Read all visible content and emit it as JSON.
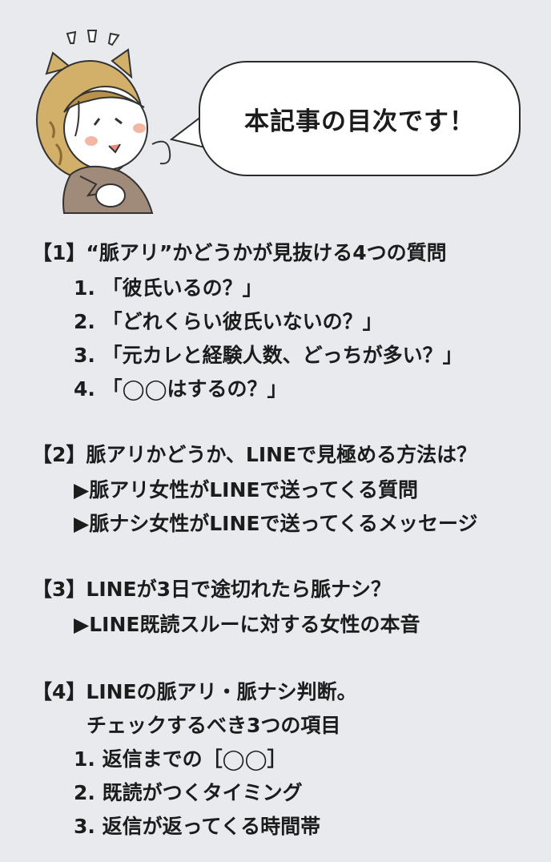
{
  "speech_bubble": {
    "text": "本記事の目次です！"
  },
  "toc": {
    "sections": [
      {
        "title": "【1】“脈アリ”かどうかが見抜ける4つの質問",
        "items": [
          "1. 「彼氏いるの？」",
          "2. 「どれくらい彼氏いないの？」",
          "3. 「元カレと経験人数、どっちが多い？」",
          "4. 「◯◯はするの？」"
        ]
      },
      {
        "title": "【2】脈アリかどうか、LINEで見極める方法は？",
        "items": [
          "▶脈アリ女性がLINEで送ってくる質問",
          "▶脈ナシ女性がLINEで送ってくるメッセージ"
        ]
      },
      {
        "title": "【3】LINEが3日で途切れたら脈ナシ？",
        "items": [
          "▶LINE既読スルーに対する女性の本音"
        ]
      },
      {
        "title": "【4】LINEの脈アリ・脈ナシ判断。",
        "title_cont": "チェックするべき3つの項目",
        "items": [
          "1. 返信までの［◯◯］",
          "2. 既読がつくタイミング",
          "3. 返信が返ってくる時間帯"
        ]
      }
    ]
  }
}
